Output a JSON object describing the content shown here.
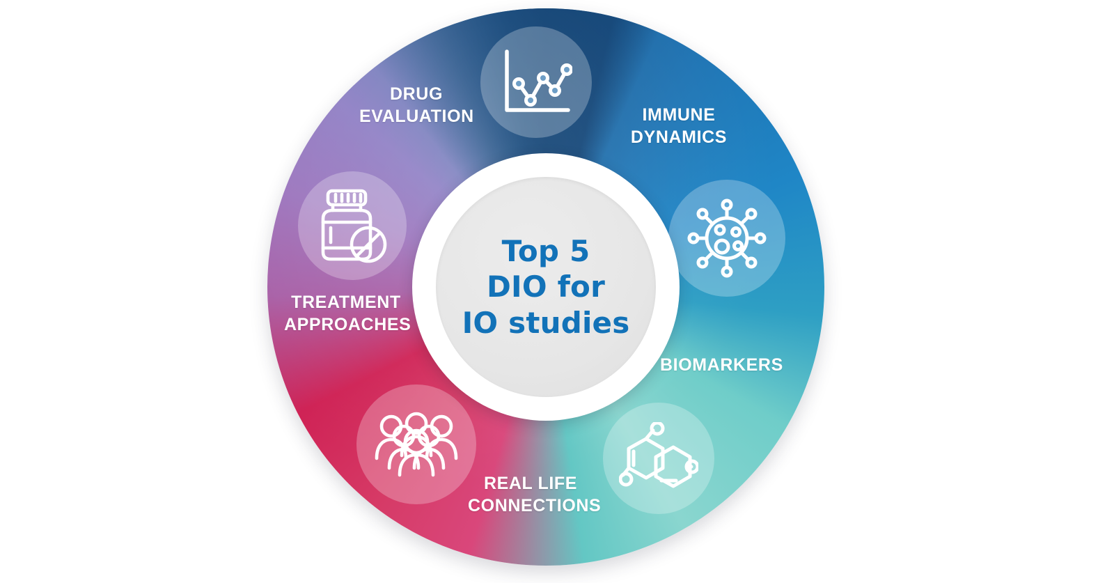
{
  "graphic": {
    "type": "circular-infographic",
    "center": {
      "lines": [
        "Top 5",
        "DIO for",
        "IO studies"
      ],
      "text_color": "#1272b8",
      "background_color": "#e6e6e6"
    },
    "segments": [
      {
        "id": "drug-evaluation",
        "label_lines": [
          "DRUG",
          "EVALUATION"
        ],
        "icon": "line-chart-icon",
        "position": "top-left",
        "color": "#2e6aa3"
      },
      {
        "id": "immune-dynamics",
        "label_lines": [
          "IMMUNE",
          "DYNAMICS"
        ],
        "icon": "virus-icon",
        "position": "right-top",
        "color": "#1f86c6"
      },
      {
        "id": "biomarkers",
        "label_lines": [
          "BIOMARKERS"
        ],
        "icon": "molecule-icon",
        "position": "right-bottom",
        "color": "#6fcdc9"
      },
      {
        "id": "real-life-connections",
        "label_lines": [
          "REAL LIFE",
          "CONNECTIONS"
        ],
        "icon": "people-group-icon",
        "position": "bottom",
        "color": "#d63a66"
      },
      {
        "id": "treatment-approaches",
        "label_lines": [
          "TREATMENT",
          "APPROACHES"
        ],
        "icon": "pill-bottle-icon",
        "position": "left",
        "color": "#9b74bd"
      }
    ]
  }
}
